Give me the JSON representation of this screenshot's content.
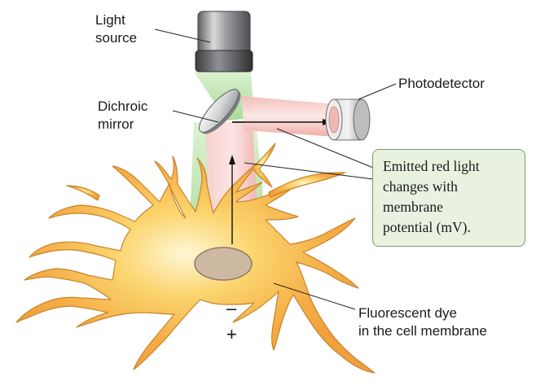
{
  "labels": {
    "light_source": [
      "Light",
      "source"
    ],
    "dichroic_mirror": [
      "Dichroic",
      "mirror"
    ],
    "photodetector": "Photodetector",
    "fluorescent_dye": [
      "Fluorescent dye",
      "in the cell membrane"
    ]
  },
  "callout": {
    "lines": [
      "Emitted red light",
      "changes with",
      "membrane",
      "potential (mV)."
    ]
  },
  "signs": {
    "minus": "–",
    "plus": "+"
  },
  "colors": {
    "excitation_light": "#b8e2a4",
    "emitted_light": "#f2b7b4",
    "cell_body": "#f3a43a",
    "nucleus": "#cdb8a2",
    "callout_fill": "#e9f2e0"
  }
}
